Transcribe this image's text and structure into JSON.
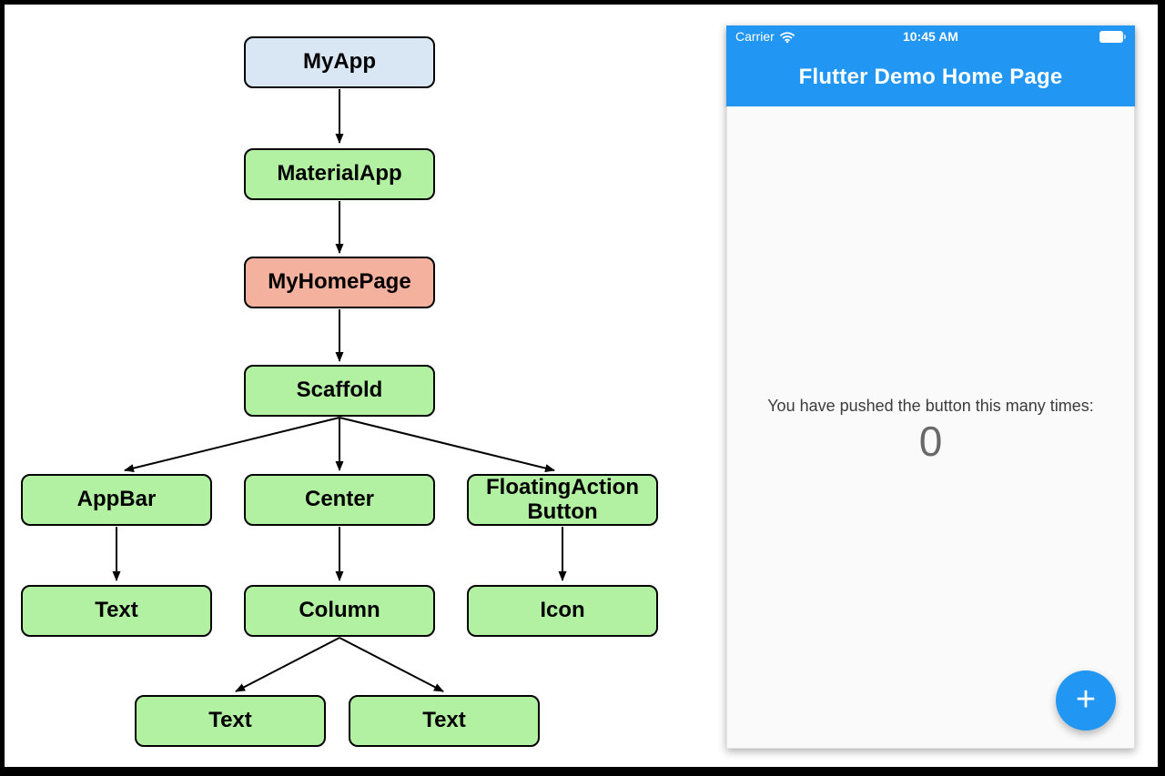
{
  "diagram": {
    "title": "Flutter widget tree",
    "colors": {
      "root": "#d9e6f3",
      "widget": "#b2f0a2",
      "stateful": "#f4b19d",
      "arrow": "#000000"
    },
    "nodes": [
      {
        "id": "myapp",
        "label": "MyApp",
        "type": "root"
      },
      {
        "id": "materialapp",
        "label": "MaterialApp",
        "type": "widget"
      },
      {
        "id": "myhomepage",
        "label": "MyHomePage",
        "type": "stateful"
      },
      {
        "id": "scaffold",
        "label": "Scaffold",
        "type": "widget"
      },
      {
        "id": "appbar",
        "label": "AppBar",
        "type": "widget"
      },
      {
        "id": "center",
        "label": "Center",
        "type": "widget"
      },
      {
        "id": "fab",
        "label": "FloatingAction Button",
        "type": "widget"
      },
      {
        "id": "appbar-text",
        "label": "Text",
        "type": "widget"
      },
      {
        "id": "column",
        "label": "Column",
        "type": "widget"
      },
      {
        "id": "icon",
        "label": "Icon",
        "type": "widget"
      },
      {
        "id": "column-text-1",
        "label": "Text",
        "type": "widget"
      },
      {
        "id": "column-text-2",
        "label": "Text",
        "type": "widget"
      }
    ],
    "edges": [
      "MyApp->MaterialApp",
      "MaterialApp->MyHomePage",
      "MyHomePage->Scaffold",
      "Scaffold->AppBar",
      "Scaffold->Center",
      "Scaffold->FloatingActionButton",
      "AppBar->Text",
      "Center->Column",
      "FloatingActionButton->Icon",
      "Column->Text",
      "Column->Text"
    ]
  },
  "phone": {
    "status_bar": {
      "carrier": "Carrier",
      "time": "10:45 AM",
      "icons": [
        "wifi-icon",
        "battery-icon"
      ]
    },
    "app_bar": {
      "title": "Flutter Demo Home Page",
      "color": "#2196f3"
    },
    "body": {
      "background": "#fafafa",
      "counter_label": "You have pushed the button this many times:",
      "counter_value": "0"
    },
    "fab": {
      "glyph": "+",
      "color": "#2196f3"
    }
  }
}
